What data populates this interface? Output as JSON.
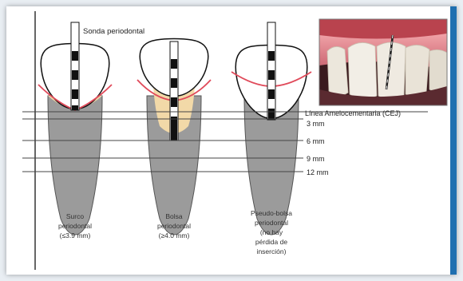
{
  "colors": {
    "root": "#9b9b9b",
    "sulcus": "#f2d9a8",
    "gum": "#e04a5a",
    "probe_black": "#111111",
    "frame_right": "#1f6fb0"
  },
  "probe_label": "Sonda periodontal",
  "cej_label": "Línea Amelocementaria (CEJ)",
  "depth_lines": [
    {
      "label": "3 mm"
    },
    {
      "label": "6 mm"
    },
    {
      "label": "9 mm"
    },
    {
      "label": "12 mm"
    }
  ],
  "teeth": [
    {
      "caption": [
        "Surco",
        "periodontal",
        "(≤3.9 mm)"
      ]
    },
    {
      "caption": [
        "Bolsa",
        "periodontal",
        "(≥4.0 mm)"
      ]
    },
    {
      "caption": [
        "Pseudo-bolsa",
        "periodontal",
        "(no hay",
        "pérdida de",
        "inserción)"
      ]
    }
  ],
  "photo": {
    "icon": "gum-photo-icon"
  }
}
